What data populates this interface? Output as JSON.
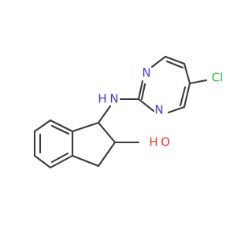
{
  "colors": {
    "bond": "#3b3b3b",
    "nitrogen": "#3f3fd0",
    "oxygen": "#e83a2e",
    "chlorine": "#3db53d",
    "background": "#ffffff"
  },
  "atoms": {
    "amine_n": "N",
    "amine_h": "H",
    "ring_n_top": "N",
    "ring_n_bottom": "N",
    "chlorine": "Cl",
    "hydroxyl_o": "O",
    "hydroxyl_h": "H"
  }
}
